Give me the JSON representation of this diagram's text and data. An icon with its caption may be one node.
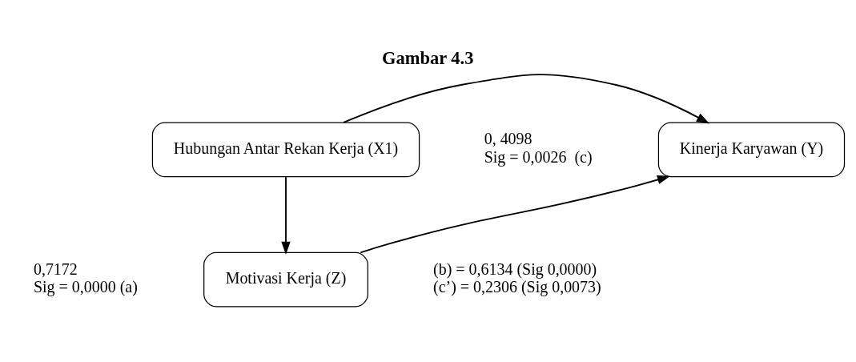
{
  "diagram": {
    "title": "Gambar 4.3",
    "nodes": [
      {
        "text": [
          "Hubungan Antar Rekan Kerja (X1)"
        ]
      },
      {
        "text": [
          "Kinerja Karyawan (Y)"
        ]
      },
      {
        "text": [
          "Motivasi Kerja (Z)"
        ]
      }
    ],
    "edges": [
      {
        "from": 0,
        "to": 1,
        "arrow": "to"
      },
      {
        "from": 0,
        "to": 2,
        "arrow": "to"
      },
      {
        "from": 2,
        "to": 1,
        "arrow": "to"
      }
    ],
    "labels": [
      "0, 4098",
      "Sig = 0,0026  (c)",
      "0,7172",
      "Sig = 0,0000 (a)",
      "(b) = 0,6134 (Sig 0,0000)",
      "(c’) = 0,2306 (Sig 0,0073)"
    ]
  }
}
